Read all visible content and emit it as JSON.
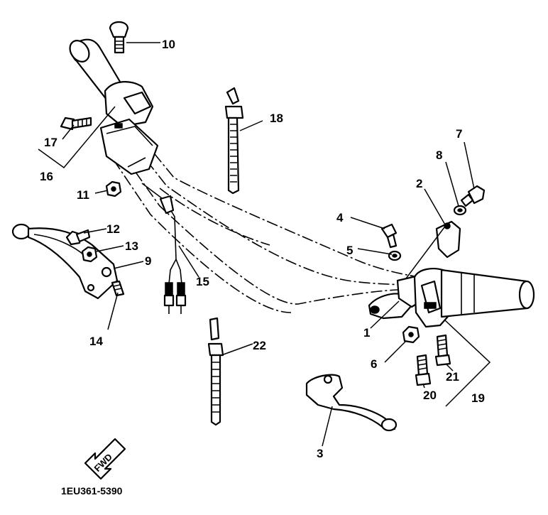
{
  "diagram": {
    "reference": "1EU361-5390",
    "direction_label": "FWD",
    "callouts": [
      "1",
      "2",
      "3",
      "4",
      "5",
      "6",
      "7",
      "8",
      "9",
      "10",
      "11",
      "12",
      "13",
      "14",
      "15",
      "16",
      "17",
      "18",
      "19",
      "20",
      "21",
      "22"
    ]
  }
}
